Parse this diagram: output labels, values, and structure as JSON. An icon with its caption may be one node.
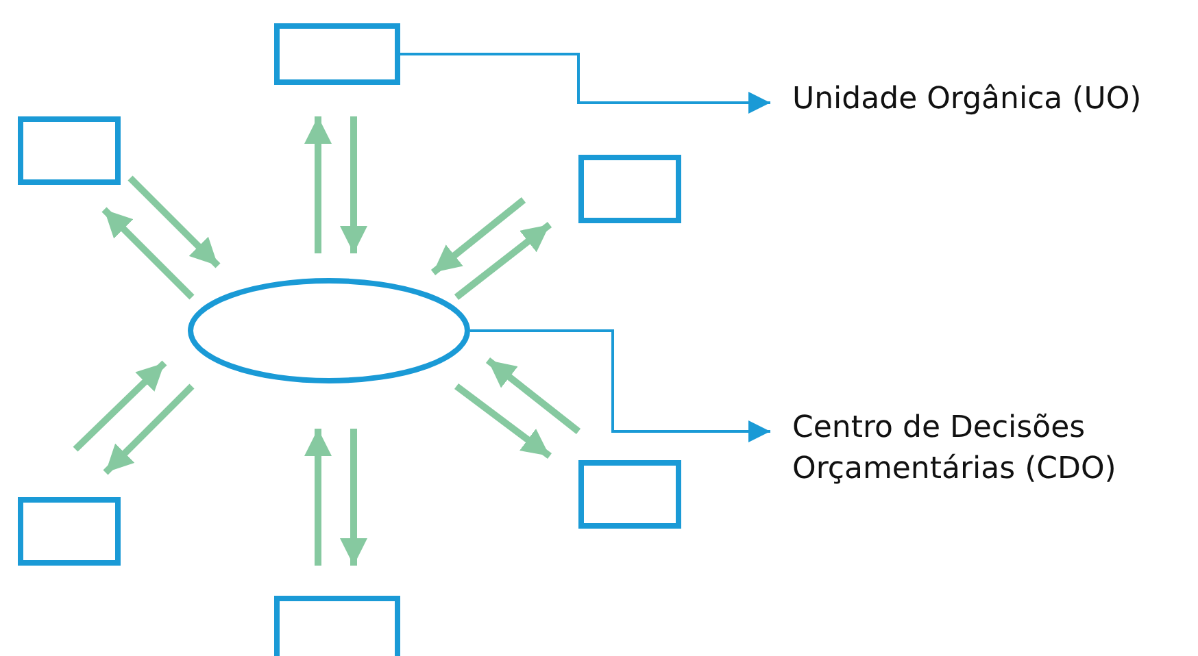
{
  "diagram": {
    "nodes": [
      {
        "text": [],
        "shape": "box"
      },
      {
        "text": [],
        "shape": "box"
      },
      {
        "text": [],
        "shape": "box"
      },
      {
        "text": [],
        "shape": "ellipse"
      },
      {
        "text": [],
        "shape": "box"
      },
      {
        "text": [],
        "shape": "box"
      },
      {
        "text": [],
        "shape": "box"
      },
      {
        "text": [
          "Unidade Orgânica (UO)"
        ]
      },
      {
        "text": [
          "Centro de Decisões Orçamentárias (CDO)"
        ]
      }
    ],
    "edges": [
      {
        "from": 3,
        "to": 0,
        "arrow": "to"
      },
      {
        "from": 0,
        "to": 3,
        "arrow": "to"
      },
      {
        "from": 3,
        "to": 1,
        "arrow": "to"
      },
      {
        "from": 1,
        "to": 3,
        "arrow": "to"
      },
      {
        "from": 2,
        "to": 3,
        "arrow": "to"
      },
      {
        "from": 3,
        "to": 2,
        "arrow": "to"
      },
      {
        "from": 4,
        "to": 3,
        "arrow": "to"
      },
      {
        "from": 3,
        "to": 4,
        "arrow": "to"
      },
      {
        "from": 5,
        "to": 3,
        "arrow": "to"
      },
      {
        "from": 3,
        "to": 5,
        "arrow": "to"
      },
      {
        "from": 6,
        "to": 3,
        "arrow": "to"
      },
      {
        "from": 3,
        "to": 6,
        "arrow": "to"
      },
      {
        "from": 0,
        "to": 7,
        "arrow": "to",
        "color": "#1a9ad6"
      },
      {
        "from": 3,
        "to": 8,
        "arrow": "to",
        "color": "#1a9ad6"
      }
    ]
  }
}
